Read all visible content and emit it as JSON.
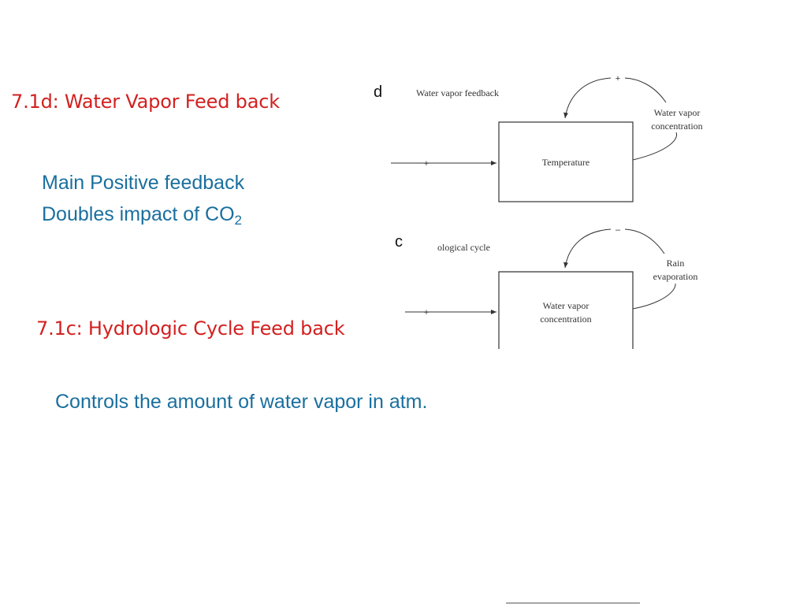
{
  "titles": {
    "water_vapor": "7.1d: Water Vapor Feed back",
    "hydrologic": "7.1c: Hydrologic Cycle Feed back"
  },
  "water_vapor_notes": {
    "line1": "Main Positive feedback",
    "line2_prefix": "Doubles impact of CO",
    "line2_subscript": "2"
  },
  "hydrologic_note": "Controls the amount of water vapor in atm.",
  "panel_d": {
    "letter": "d",
    "loop_label": "Water vapor feedback",
    "loop_sign": "+",
    "input_sign": "+",
    "box_label": "Temperature",
    "side_label_line1": "Water vapor",
    "side_label_line2": "concentration"
  },
  "panel_c": {
    "letter": "c",
    "loop_label": "ological cycle",
    "loop_sign": "–",
    "input_sign": "+",
    "box_label_line1": "Water vapor",
    "box_label_line2": "concentration",
    "side_label_line1": "Rain",
    "side_label_line2": "evaporation"
  },
  "colors": {
    "heading": "#d32020",
    "body_text": "#1a6f9e",
    "diagram_line": "#333333"
  }
}
